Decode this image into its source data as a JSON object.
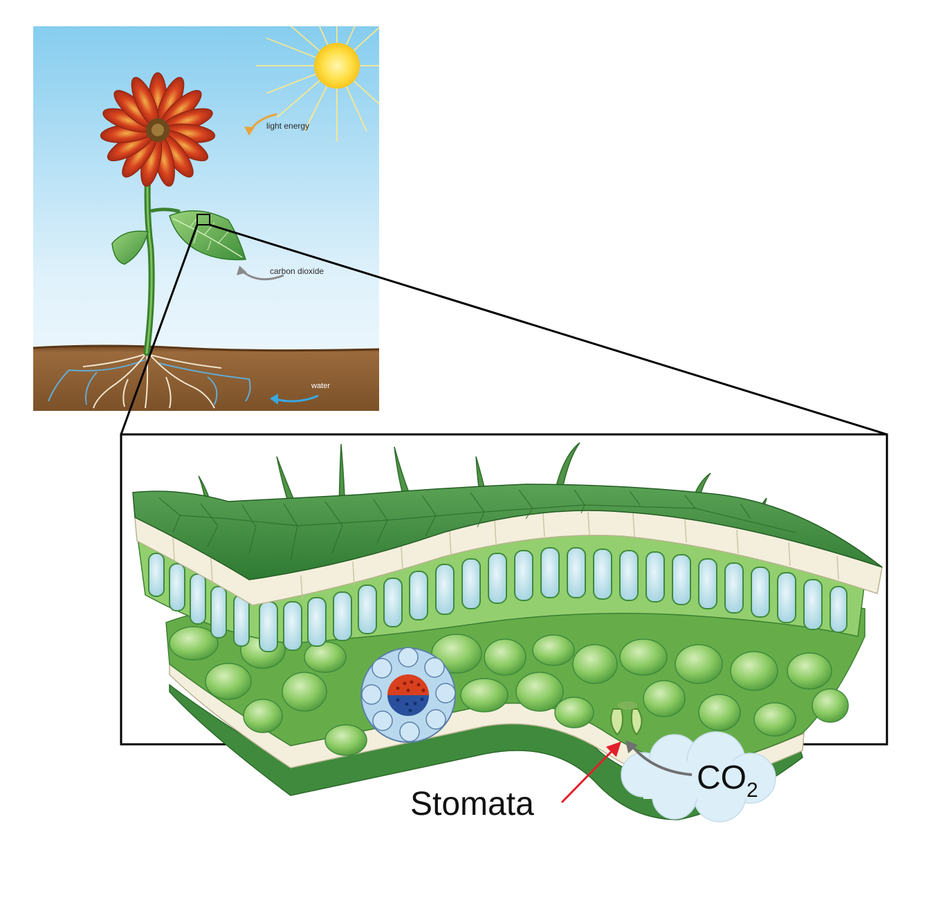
{
  "plant_panel": {
    "labels": {
      "light_energy": "light energy",
      "carbon_dioxide": "carbon dioxide",
      "water": "water"
    }
  },
  "leaf_panel": {
    "labels": {
      "stomata": "Stomata",
      "co2_main": "CO",
      "co2_sub": "2"
    }
  },
  "colors": {
    "sky_top": "#8fd0ee",
    "soil": "#8a5a30",
    "sun": "#ffd21a",
    "light_arrow": "#e9a33a",
    "co2_arrow": "#8a8a8a",
    "water_arrow": "#3aa7e0",
    "leaf_dark": "#3f8a3c",
    "leaf_light": "#9fd07a",
    "stomata_arrow": "#e0202a"
  }
}
